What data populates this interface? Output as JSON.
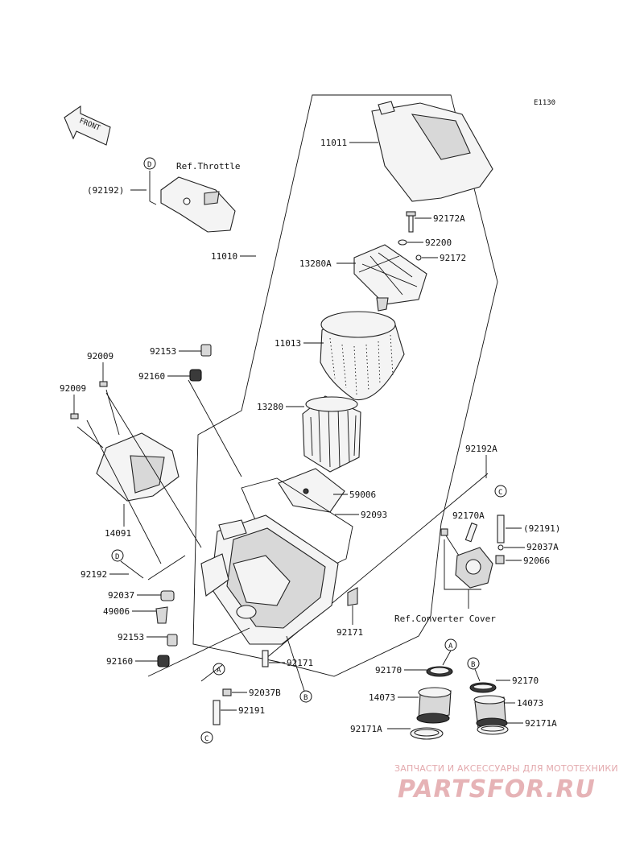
{
  "diagram": {
    "code": "E1130",
    "front_label": "FRONT",
    "refs": {
      "throttle": "Ref.Throttle",
      "converter_cover": "Ref.Converter Cover"
    },
    "parts": {
      "p11011": "11011",
      "p92172A": "92172A",
      "p92200": "92200",
      "p92172": "92172",
      "p13280A": "13280A",
      "p11010": "11010",
      "p92192_ref": "(92192)",
      "p11013": "11013",
      "p92153_top": "92153",
      "p92160_top": "92160",
      "p92009_a": "92009",
      "p92009_b": "92009",
      "p13280": "13280",
      "p59006": "59006",
      "p92093": "92093",
      "p92192A": "92192A",
      "p14091": "14091",
      "p92192": "92192",
      "p92037": "92037",
      "p49006": "49006",
      "p92153_bot": "92153",
      "p92160_bot": "92160",
      "p92171_right": "92171",
      "p92171_mid": "92171",
      "p92037B": "92037B",
      "p92191": "92191",
      "p92170A": "92170A",
      "p92191_ref": "(92191)",
      "p92037A": "92037A",
      "p92066": "92066",
      "p92170_left": "92170",
      "p14073_left": "14073",
      "p92171A_left": "92171A",
      "p92170_right": "92170",
      "p14073_right": "14073",
      "p92171A_right": "92171A"
    },
    "markers": {
      "D": "D",
      "C": "C",
      "A": "A",
      "B": "B"
    }
  },
  "watermark": {
    "tagline": "ЗАПЧАСТИ И АКСЕССУАРЫ ДЛЯ МОТОТЕХНИКИ",
    "brand": "PARTSFOR.RU"
  }
}
